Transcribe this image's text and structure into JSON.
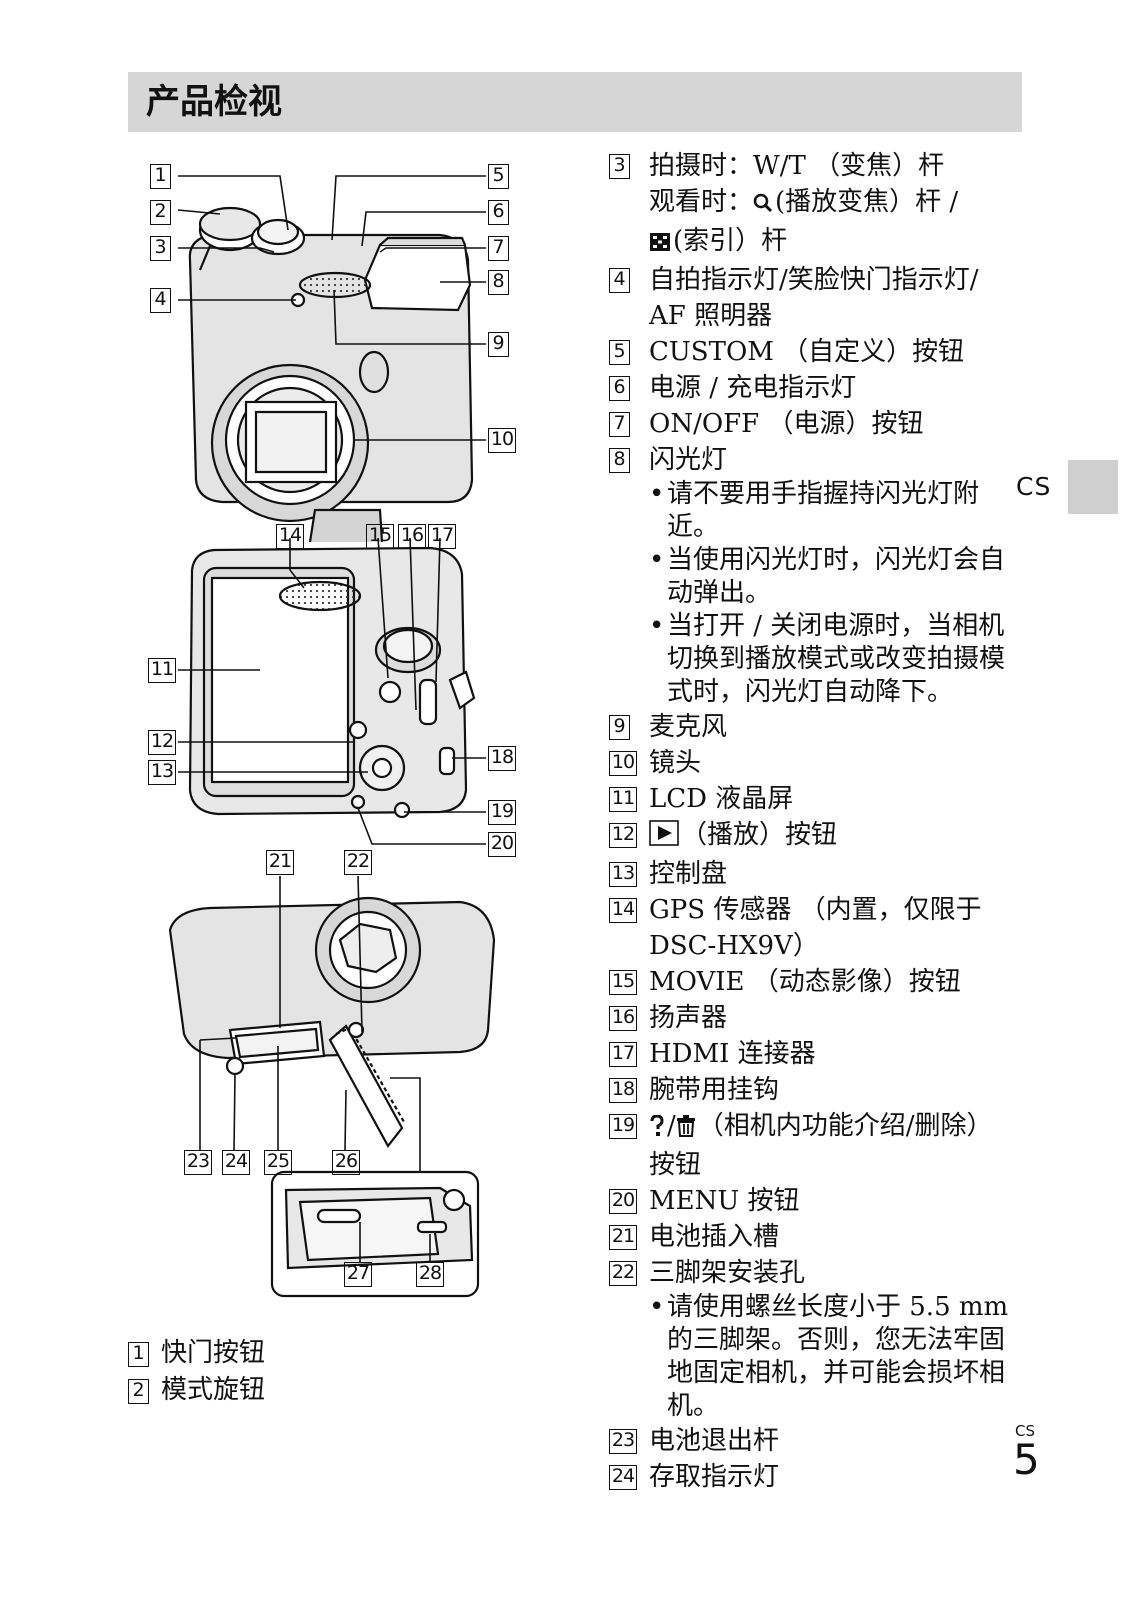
{
  "page": {
    "title": "产品检视",
    "side_tab": "CS",
    "folio_lang": "CS",
    "folio_number": "5"
  },
  "callouts": {
    "n1": "1",
    "n2": "2",
    "n3": "3",
    "n4": "4",
    "n5": "5",
    "n6": "6",
    "n7": "7",
    "n8": "8",
    "n9": "9",
    "n10": "10",
    "n11": "11",
    "n12": "12",
    "n13": "13",
    "n14": "14",
    "n15": "15",
    "n16": "16",
    "n17": "17",
    "n18": "18",
    "n19": "19",
    "n20": "20",
    "n21": "21",
    "n22": "22",
    "n23": "23",
    "n24": "24",
    "n25": "25",
    "n26": "26",
    "n27": "27",
    "n28": "28"
  },
  "left_items": [
    {
      "num": "1",
      "text": "快门按钮"
    },
    {
      "num": "2",
      "text": "模式旋钮"
    }
  ],
  "right_items": [
    {
      "num": "3",
      "lines": [
        "拍摄时：W/T （变焦）杆",
        "(播放变焦）杆 /",
        "(索引）杆"
      ],
      "prefix": "观看时："
    },
    {
      "num": "4",
      "lines": [
        "自拍指示灯/笑脸快门指示灯/",
        "AF 照明器"
      ]
    },
    {
      "num": "5",
      "lines": [
        "CUSTOM （自定义）按钮"
      ]
    },
    {
      "num": "6",
      "lines": [
        "电源 / 充电指示灯"
      ]
    },
    {
      "num": "7",
      "lines": [
        "ON/OFF （电源）按钮"
      ]
    },
    {
      "num": "8",
      "lines": [
        "闪光灯"
      ],
      "notes": [
        "请不要用手指握持闪光灯附近。",
        "当使用闪光灯时，闪光灯会自动弹出。",
        "当打开 / 关闭电源时，当相机切换到播放模式或改变拍摄模式时，闪光灯自动降下。"
      ]
    },
    {
      "num": "9",
      "lines": [
        "麦克风"
      ]
    },
    {
      "num": "10",
      "lines": [
        "镜头"
      ]
    },
    {
      "num": "11",
      "lines": [
        "LCD 液晶屏"
      ]
    },
    {
      "num": "12",
      "lines": [
        "（播放）按钮"
      ]
    },
    {
      "num": "13",
      "lines": [
        "控制盘"
      ]
    },
    {
      "num": "14",
      "lines": [
        "GPS 传感器 （内置，仅限于",
        "DSC-HX9V）"
      ]
    },
    {
      "num": "15",
      "lines": [
        "MOVIE （动态影像）按钮"
      ]
    },
    {
      "num": "16",
      "lines": [
        "扬声器"
      ]
    },
    {
      "num": "17",
      "lines": [
        "HDMI 连接器"
      ]
    },
    {
      "num": "18",
      "lines": [
        "腕带用挂钩"
      ]
    },
    {
      "num": "19",
      "lines": [
        "（相机内功能介绍/删除）",
        "按钮"
      ]
    },
    {
      "num": "20",
      "lines": [
        "MENU 按钮"
      ]
    },
    {
      "num": "21",
      "lines": [
        "电池插入槽"
      ]
    },
    {
      "num": "22",
      "lines": [
        "三脚架安装孔"
      ],
      "notes": [
        "请使用螺丝长度小于 5.5 mm 的三脚架。否则，您无法牢固地固定相机，并可能会损坏相机。"
      ]
    },
    {
      "num": "23",
      "lines": [
        "电池退出杆"
      ]
    },
    {
      "num": "24",
      "lines": [
        "存取指示灯"
      ]
    }
  ],
  "icons": {
    "playback_zoom": "magnifier-icon",
    "index": "index-grid-icon",
    "playback": "play-button-icon",
    "help": "question-icon",
    "delete": "trash-icon"
  }
}
